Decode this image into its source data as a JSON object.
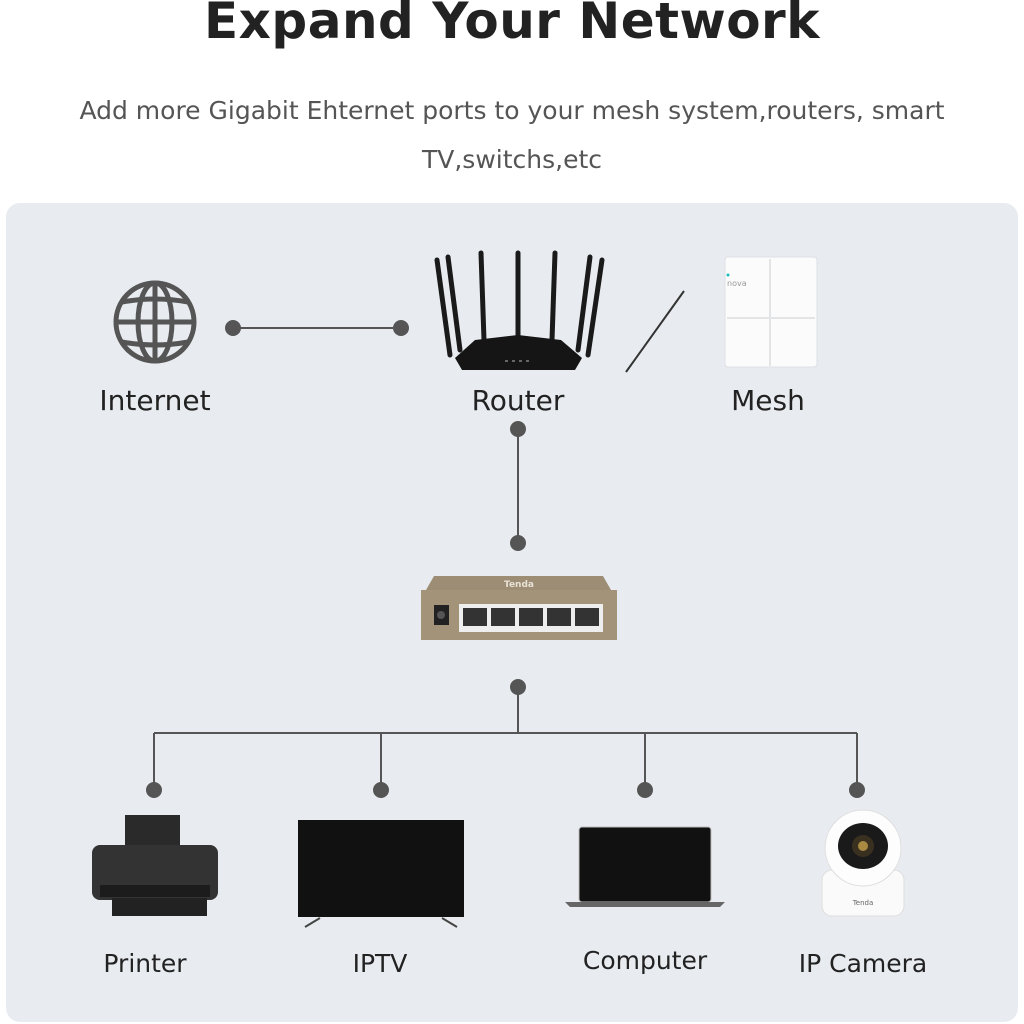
{
  "header": {
    "title": "Expand Your Network",
    "subtitle_line1": "Add more Gigabit Ehternet ports to your mesh system,routers, smart",
    "subtitle_line2": "TV,switchs,etc"
  },
  "diagram": {
    "top_row": [
      {
        "label": "Internet",
        "icon": "globe-icon"
      },
      {
        "label": "Router",
        "icon": "router-image"
      },
      {
        "label": "Mesh",
        "icon": "mesh-node-image",
        "logo_text": "nova"
      }
    ],
    "switch": {
      "icon": "ethernet-switch-image",
      "logo_text": "Tenda",
      "ports": 5
    },
    "devices": [
      {
        "label": "Printer",
        "icon": "printer-image"
      },
      {
        "label": "IPTV",
        "icon": "tv-image"
      },
      {
        "label": "Computer",
        "icon": "laptop-image"
      },
      {
        "label": "IP Camera",
        "icon": "ip-camera-image",
        "logo_text": "Tenda"
      }
    ],
    "colors": {
      "panel": "#e8ecf0",
      "connector": "#555555",
      "text": "#222222"
    }
  }
}
